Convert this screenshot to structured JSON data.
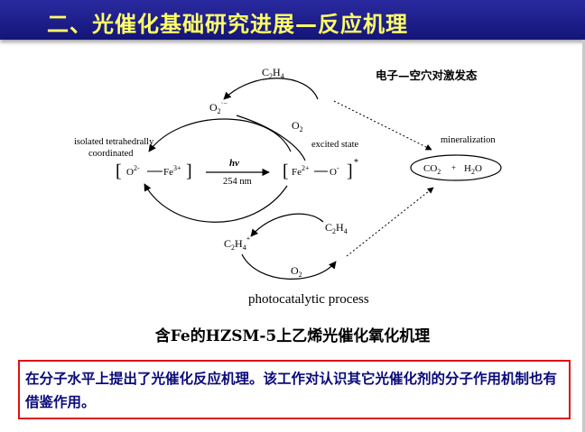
{
  "header": {
    "title": "二、光催化基础研究进展—反应机理"
  },
  "diagram": {
    "annotation_cn": "电子—空穴对激发态",
    "left_label_1": "isolated tetrahedrally",
    "left_label_2": "coordinated",
    "excited_label": "excited state",
    "mineralization_label": "mineralization",
    "c2h4": "C",
    "subscript_2": "2",
    "subscript_4": "4",
    "letter_h": "H",
    "o2_label": "O",
    "o2_minus_charge": "·−",
    "c2h4_plus_charge": "+",
    "o_left": "O",
    "charge_2minus": "2-",
    "fe_left": "Fe",
    "charge_3plus": "3+",
    "fe_right": "Fe",
    "charge_2plus": "2+",
    "o_right": "O",
    "charge_minus": "-",
    "asterisk": "*",
    "hv_h": "h",
    "hv_nu": "ν",
    "wavelength": "254 nm",
    "co2": "CO",
    "plus": "+",
    "h2o_h": "H",
    "h2o_o": "O",
    "process_label": "photocatalytic process"
  },
  "caption": "含Fe的HZSM-5上乙烯光催化氧化机理",
  "note": "在分子水平上提出了光催化反应机理。该工作对认识其它光催化剂的分子作用机制也有借鉴作用。",
  "colors": {
    "title_bg": "#1c1c8c",
    "title_text": "#ffff66",
    "note_border": "#e01010",
    "note_text": "#0a0a7a"
  }
}
